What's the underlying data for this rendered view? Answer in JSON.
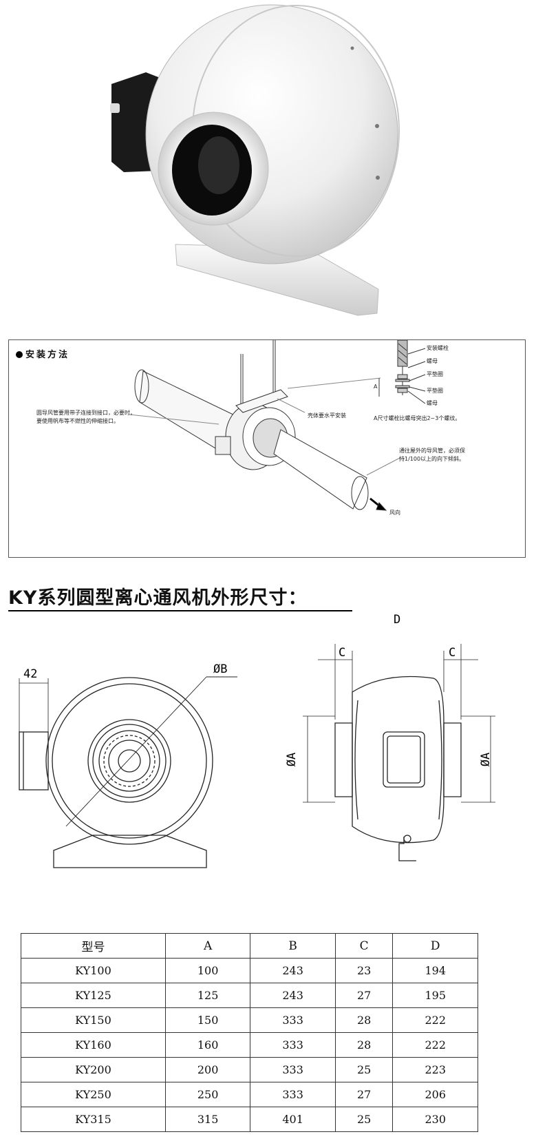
{
  "install": {
    "title": "安装方法",
    "notes": {
      "duct_connection": [
        "圆导风管要用带子连接到接口，必要时，",
        "要使用帆布等不燃性的伸缩接口。"
      ],
      "housing_level": "壳体要水平安装",
      "bolt": "安装螺栓",
      "nut_top": "螺母",
      "washer_top": "平垫圈",
      "washer_bottom": "平垫圈",
      "nut_bottom": "螺母",
      "a_dim": "A",
      "a_rule": "A尺寸螺栓比螺母突出2~3个螺纹。",
      "outdoor_duct": [
        "通往屋外的导风管，必须保",
        "持1/100以上的向下倾斜。"
      ],
      "wind_direction": "风向"
    }
  },
  "section": {
    "heading": "KY系列圆型离心通风机外形尺寸："
  },
  "drawing": {
    "front": {
      "width_label": "42",
      "diameter_label": "ØB"
    },
    "side": {
      "d_label": "D",
      "c_left": "C",
      "c_right": "C",
      "a_left": "ØA",
      "a_right": "ØA"
    }
  },
  "table": {
    "headers": [
      "型号",
      "A",
      "B",
      "C",
      "D"
    ],
    "rows": [
      [
        "KY100",
        "100",
        "243",
        "23",
        "194"
      ],
      [
        "KY125",
        "125",
        "243",
        "27",
        "195"
      ],
      [
        "KY150",
        "150",
        "333",
        "28",
        "222"
      ],
      [
        "KY160",
        "160",
        "333",
        "28",
        "222"
      ],
      [
        "KY200",
        "200",
        "333",
        "25",
        "223"
      ],
      [
        "KY250",
        "250",
        "333",
        "27",
        "206"
      ],
      [
        "KY315",
        "315",
        "401",
        "25",
        "230"
      ]
    ]
  }
}
